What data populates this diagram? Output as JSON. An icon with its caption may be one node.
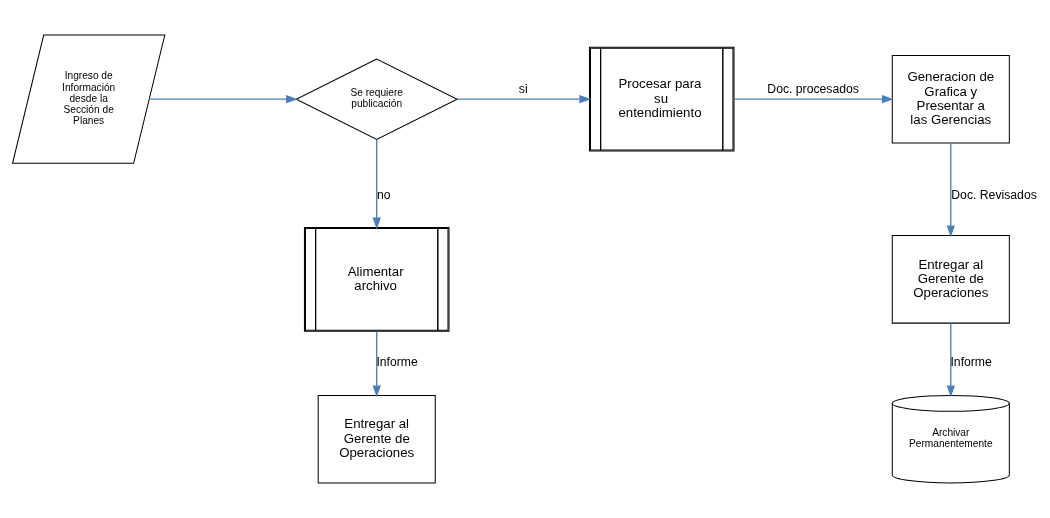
{
  "diagram": {
    "nodes": [
      {
        "text": [
          "Ingreso de Información desde la Sección de Planes"
        ]
      },
      {
        "text": [
          "Se requiere publicación"
        ]
      },
      {
        "text": [
          "Procesar para su entendimiento"
        ]
      },
      {
        "text": [
          "Generacion de Grafica y Presentar a las Gerencias"
        ]
      },
      {
        "text": [
          "Alimentar archivo"
        ]
      },
      {
        "text": [
          "Entregar al Gerente de Operaciones"
        ]
      },
      {
        "text": [
          "Entregar al Gerente de Operaciones"
        ]
      },
      {
        "text": [
          "Archivar Permanentemente"
        ]
      }
    ],
    "edges": [
      {
        "from": 0,
        "to": 1,
        "arrow": "to"
      },
      {
        "from": 1,
        "to": 2,
        "arrow": "to",
        "label": "si"
      },
      {
        "from": 2,
        "to": 3,
        "arrow": "to",
        "label": "Doc. procesados"
      },
      {
        "from": 1,
        "to": 4,
        "arrow": "to",
        "label": "no"
      },
      {
        "from": 4,
        "to": 5,
        "arrow": "to",
        "label": "Informe"
      },
      {
        "from": 3,
        "to": 6,
        "arrow": "to",
        "label": "Doc. Revisados"
      },
      {
        "from": 6,
        "to": 7,
        "arrow": "to",
        "label": "Informe"
      }
    ]
  }
}
